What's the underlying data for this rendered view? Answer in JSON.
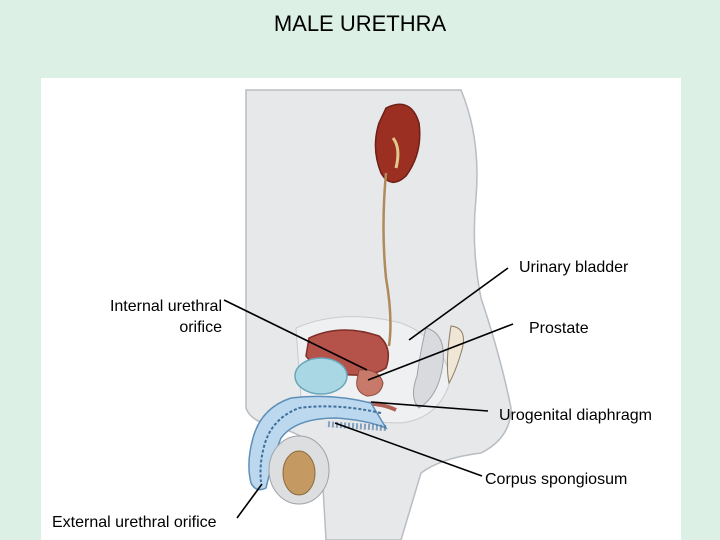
{
  "title": "MALE URETHRA",
  "labels": {
    "urinary_bladder": "Urinary bladder",
    "internal_orifice_line1": "Internal urethral",
    "internal_orifice_line2": "orifice",
    "prostate": "Prostate",
    "urogenital_diaphragm": "Urogenital diaphragm",
    "corpus_spongiosum": "Corpus spongiosum",
    "external_orifice": "External urethral orifice"
  },
  "colors": {
    "page_background": "#dcf0e6",
    "panel_background": "#ffffff",
    "body_shading": "#e6e8ea",
    "kidney": "#9b2f22",
    "bladder": "#b5524a",
    "urethra_blue": "#7fb0d8",
    "testis": "#c49a62",
    "leader_line": "#000000"
  }
}
